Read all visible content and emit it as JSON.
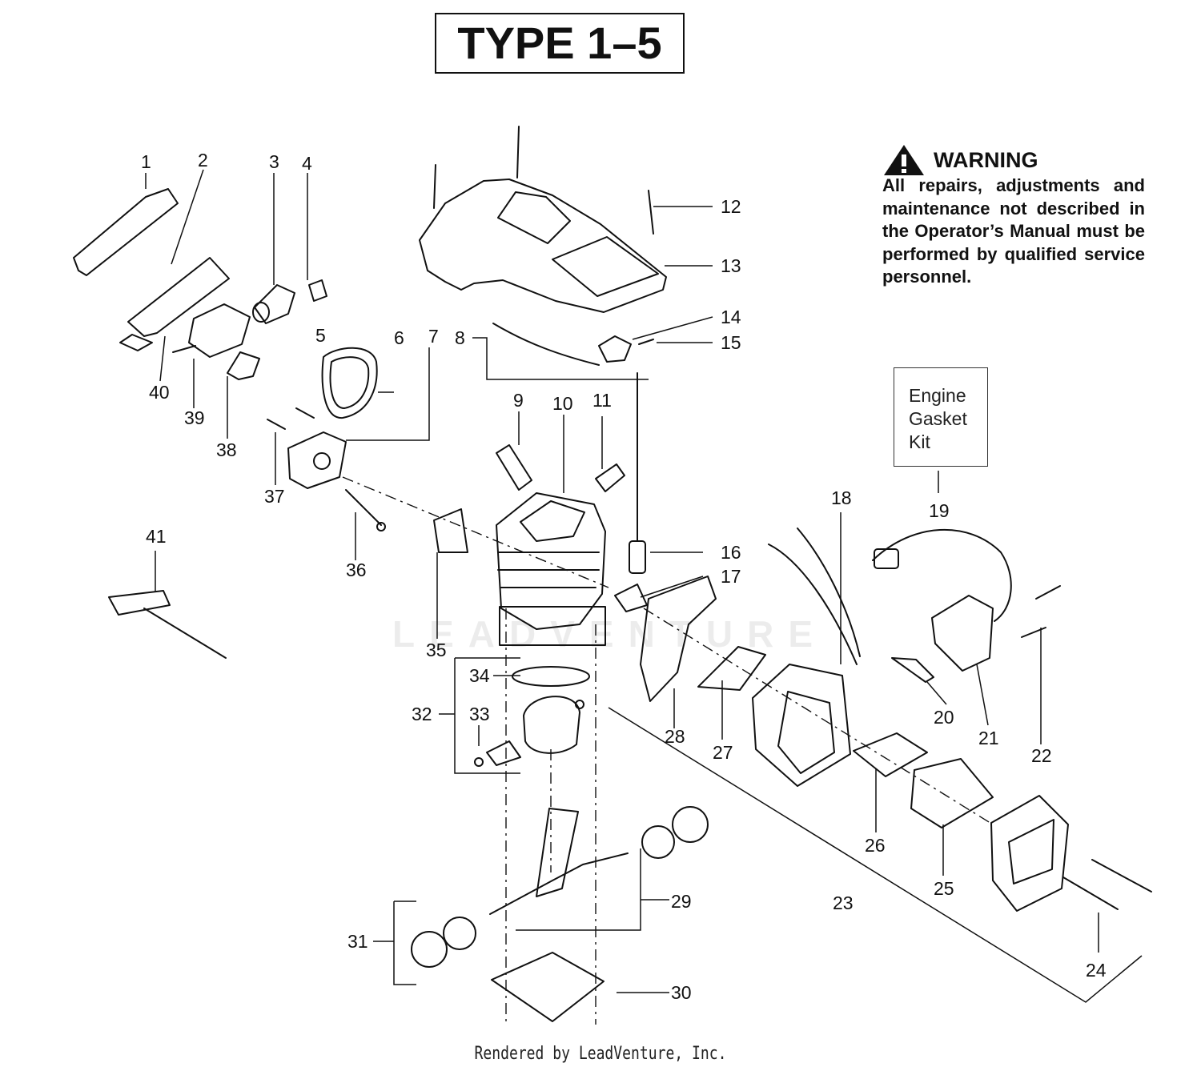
{
  "title": "TYPE 1–5",
  "warning": {
    "heading": "WARNING",
    "text": "All repairs, adjustments and maintenance not described in the Operator’s Manual must be performed by qualified service personnel."
  },
  "kit_box": {
    "line1": "Engine",
    "line2": "Gasket",
    "line3": "Kit"
  },
  "watermark": "LEADVENTURE",
  "footer": "Rendered by LeadVenture, Inc.",
  "callouts": [
    "1",
    "2",
    "3",
    "4",
    "5",
    "6",
    "7",
    "8",
    "9",
    "10",
    "11",
    "12",
    "13",
    "14",
    "15",
    "16",
    "17",
    "18",
    "19",
    "20",
    "21",
    "22",
    "23",
    "24",
    "25",
    "26",
    "27",
    "28",
    "29",
    "30",
    "31",
    "32",
    "33",
    "34",
    "35",
    "36",
    "37",
    "38",
    "39",
    "40",
    "41"
  ]
}
